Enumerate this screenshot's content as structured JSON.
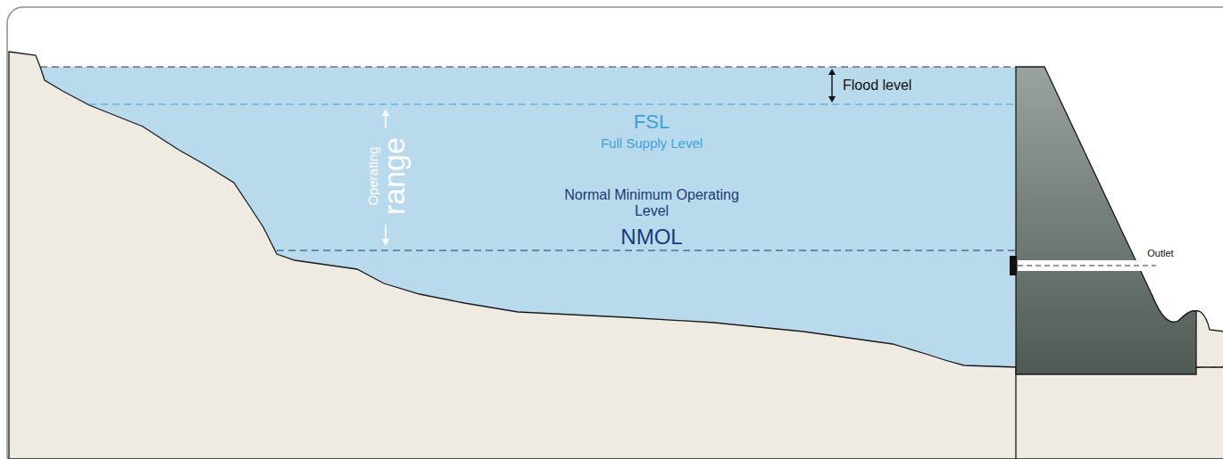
{
  "diagram": {
    "labels": [
      "Flood level",
      "FSL",
      "Full Supply Level",
      "Operating",
      "range",
      "Normal Minimum Operating Level",
      "NMOL",
      "Outlet"
    ]
  }
}
